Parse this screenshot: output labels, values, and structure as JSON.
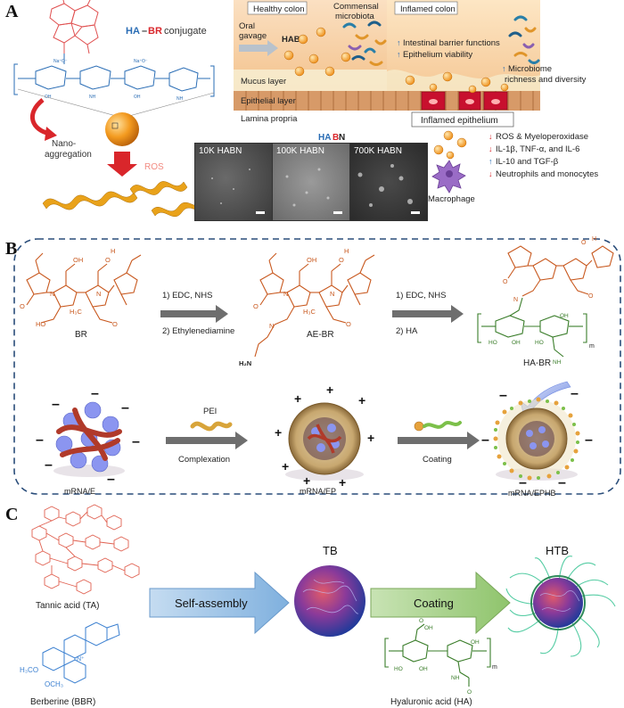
{
  "panels": {
    "a": "A",
    "b": "B",
    "c": "C"
  },
  "panel_a": {
    "conjugate_label_ha": "HA",
    "conjugate_label_dash": "–",
    "conjugate_label_br": "BR",
    "conjugate_label_suffix": " conjugate",
    "nano_aggregation_line1": "Nano-",
    "nano_aggregation_line2": "aggregation",
    "ros_label": "ROS",
    "healthy_colon": "Healthy colon",
    "inflamed_colon": "Inflamed colon",
    "commensal_line1": "Commensal",
    "commensal_line2": "microbiota",
    "oral_line1": "Oral",
    "oral_line2": "gavage",
    "habn_label": "HABN",
    "barrier_text": "Intestinal barrier functions",
    "viability_text": "Epithelium viability",
    "microbiome_line1": "Microbiome",
    "microbiome_line2": "richness and diversity",
    "mucus_layer": "Mucus layer",
    "epithelial_layer": "Epithelial layer",
    "lamina_propria": "Lamina propria",
    "inflamed_epithelium": "Inflamed epithelium",
    "micrographs_header_ha": "HA",
    "micrographs_header_b": "B",
    "micrographs_header_n": "N",
    "micrographs": [
      "10K HABN",
      "100K HABN",
      "700K HABN"
    ],
    "macrophage": "Macrophage",
    "effects": [
      {
        "arrow": "down",
        "text": "ROS & Myeloperoxidase"
      },
      {
        "arrow": "down",
        "text": "IL-1β, TNF-α, and IL-6"
      },
      {
        "arrow": "up",
        "text": "IL-10 and TGF-β"
      },
      {
        "arrow": "down",
        "text": "Neutrophils and monocytes"
      }
    ],
    "colors": {
      "red": "#d9262b",
      "blue": "#2a6db5",
      "orange": "#f39a1f",
      "mucus": "#f3e4b8",
      "epithelium": "#d9a070",
      "inflamed": "#c8102e",
      "healthy_bg": "#f6c49a"
    }
  },
  "panel_b": {
    "step1_line1": "1)  EDC, NHS",
    "step1_line2": "2)  Ethylenediamine",
    "step2_line1": "1)     EDC, NHS",
    "step2_line2": "2)     HA",
    "br_label": "BR",
    "aebr_label": "AE-BR",
    "habr_label": "HA-BR",
    "h2n_label": "H₂N",
    "m_label": "m",
    "pei_label": "PEI",
    "complexation_label": "Complexation",
    "coating_label": "Coating",
    "mrna_e": "mRNA/E",
    "mrna_ep": "mRNA/EP",
    "mrna_ephb": "mRNA/EPHB",
    "minus": "–",
    "plus": "+",
    "colors": {
      "dashed_border": "#2a4d7a",
      "br_orange": "#c8581e",
      "ha_green": "#3a7d2a",
      "arrow_grey": "#6e6e6e"
    }
  },
  "panel_c": {
    "tannic_acid": "Tannic acid (TA)",
    "berberine": "Berberine (BBR)",
    "self_assembly": "Self-assembly",
    "coating": "Coating",
    "tb": "TB",
    "htb": "HTB",
    "hyaluronic_acid": "Hyaluronic acid (HA)",
    "h3co_top": "H₃CO",
    "och3": "OCH₃",
    "m_label": "m",
    "colors": {
      "arrow_blue": "#9cc3e6",
      "arrow_green": "#a9d18e",
      "ta_red": "#e06050",
      "bbr_blue": "#3a7fd0",
      "ha_green": "#3a7d2a"
    }
  }
}
